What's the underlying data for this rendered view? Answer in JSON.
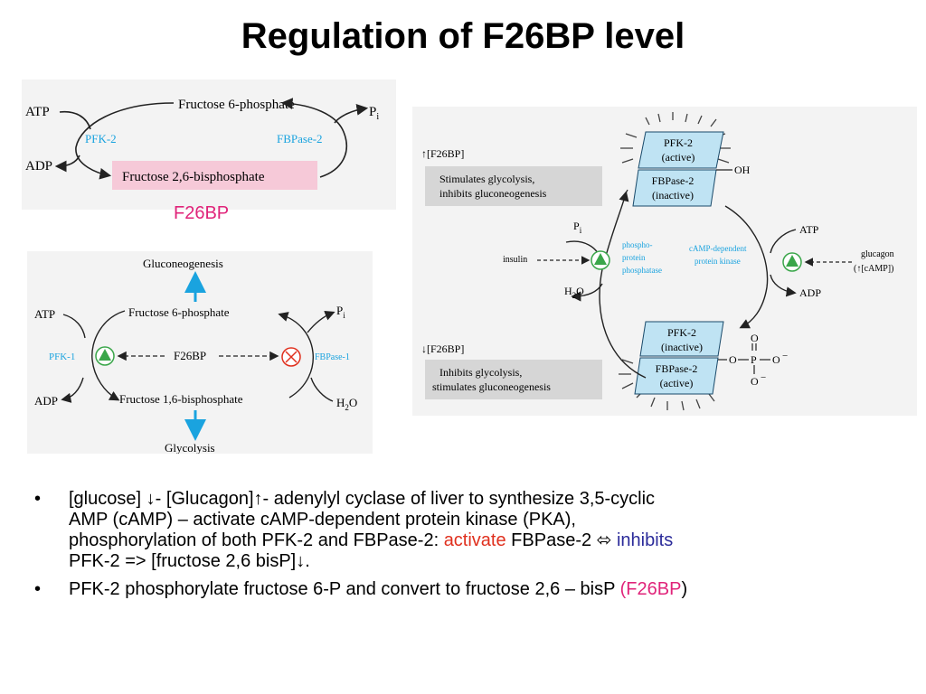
{
  "title": "Regulation of F26BP level",
  "diagram1": {
    "top": "Fructose 6-phosphate",
    "atp": "ATP",
    "adp": "ADP",
    "pi": "P",
    "pi_sub": "i",
    "pfk2": "PFK-2",
    "fbpase2": "FBPase-2",
    "product": "Fructose 2,6-bisphosphate",
    "caption": "F26BP"
  },
  "diagram2": {
    "gluconeogenesis": "Gluconeogenesis",
    "f6p": "Fructose 6-phosphate",
    "atp": "ATP",
    "adp": "ADP",
    "pi": "P",
    "pi_sub": "i",
    "h2o_h": "H",
    "h2o_2": "2",
    "h2o_o": "O",
    "pfk1": "PFK-1",
    "fbpase1": "FBPase-1",
    "f26bp": "F26BP",
    "f16bp": "Fructose 1,6-bisphosphate",
    "glycolysis": "Glycolysis"
  },
  "diagram3": {
    "up_label": "↑[F26BP]",
    "up_text1": "Stimulates glycolysis,",
    "up_text2": "inhibits gluconeogenesis",
    "down_label": "↓[F26BP]",
    "down_text1": "Inhibits glycolysis,",
    "down_text2": "stimulates gluconeogenesis",
    "pfk2_active_1": "PFK-2",
    "pfk2_active_2": "(active)",
    "fbpase2_inactive_1": "FBPase-2",
    "fbpase2_inactive_2": "(inactive)",
    "oh": "OH",
    "pfk2_inactive_1": "PFK-2",
    "pfk2_inactive_2": "(inactive)",
    "fbpase2_active_1": "FBPase-2",
    "fbpase2_active_2": "(active)",
    "phosphate_o": "O",
    "phosphate_p": "P",
    "phosphate_ominus": "O",
    "minus": "−",
    "insulin": "insulin",
    "phosphatase_1": "phospho-",
    "phosphatase_2": "protein",
    "phosphatase_3": "phosphatase",
    "pi": "P",
    "pi_sub": "i",
    "h2o_h": "H",
    "h2o_2": "2",
    "h2o_o": "O",
    "kinase_1": "cAMP-dependent",
    "kinase_2": "protein kinase",
    "atp": "ATP",
    "adp": "ADP",
    "glucagon_1": "glucagon",
    "glucagon_2": "(↑[cAMP])"
  },
  "bullets": [
    {
      "l1": "[glucose] ↓- [Glucagon]↑-  adenylyl cyclase of liver to synthesize 3,5-cyclic",
      "l2": "AMP (cAMP) – activate cAMP-dependent protein kinase (PKA),",
      "l3a": "phosphorylation of  both PFK-2 and FBPase-2: ",
      "l3b": "activate",
      "l3c": " FBPase-2 ⬄ ",
      "l3d": "inhibits",
      "l4": "PFK-2 => [fructose 2,6 bisP]↓."
    },
    {
      "a": "PFK-2 phosphorylate fructose 6-P and convert to  fructose 2,6 – bisP ",
      "b": "(",
      "c": "F26BP",
      "d": ")"
    }
  ],
  "colors": {
    "accent_blue": "#1aa3df",
    "pink_box": "#f6c9d8",
    "gray_box": "#d6d6d6",
    "enzyme_box": "#bfe3f3",
    "green": "#3aa64a",
    "red": "#e0301e",
    "pink_text": "#e0247a",
    "navy": "#2b2b9a"
  }
}
